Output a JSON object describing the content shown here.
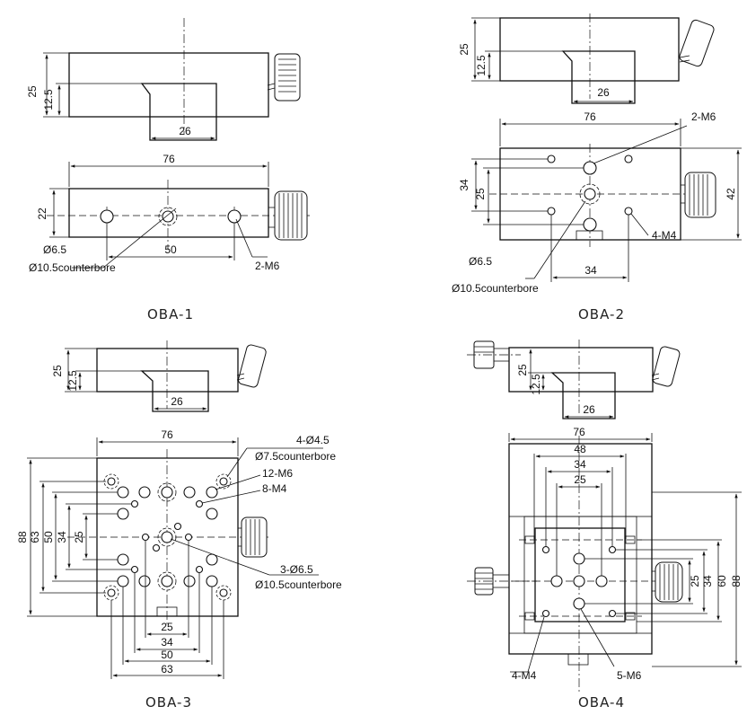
{
  "views": {
    "oba1": {
      "caption": "OBA-1",
      "dims": [
        "25",
        "12.5",
        "26",
        "76",
        "22",
        "50"
      ],
      "notes": [
        "Ø6.5",
        "Ø10.5counterbore",
        "2-M6"
      ]
    },
    "oba2": {
      "caption": "OBA-2",
      "dims": [
        "25",
        "12.5",
        "26",
        "76",
        "34",
        "25",
        "42",
        "34"
      ],
      "notes": [
        "2-M6",
        "Ø6.5",
        "Ø10.5counterbore",
        "4-M4"
      ]
    },
    "oba3": {
      "caption": "OBA-3",
      "dims": [
        "25",
        "12.5",
        "26",
        "76",
        "88",
        "63",
        "50",
        "34",
        "25",
        "25",
        "34",
        "50",
        "63"
      ],
      "notes": [
        "4-Ø4.5",
        "Ø7.5counterbore",
        "12-M6",
        "8-M4",
        "3-Ø6.5",
        "Ø10.5counterbore"
      ]
    },
    "oba4": {
      "caption": "OBA-4",
      "dims": [
        "25",
        "12.5",
        "26",
        "76",
        "48",
        "34",
        "25",
        "25",
        "34",
        "60",
        "88"
      ],
      "notes": [
        "4-M4",
        "5-M6"
      ]
    }
  }
}
